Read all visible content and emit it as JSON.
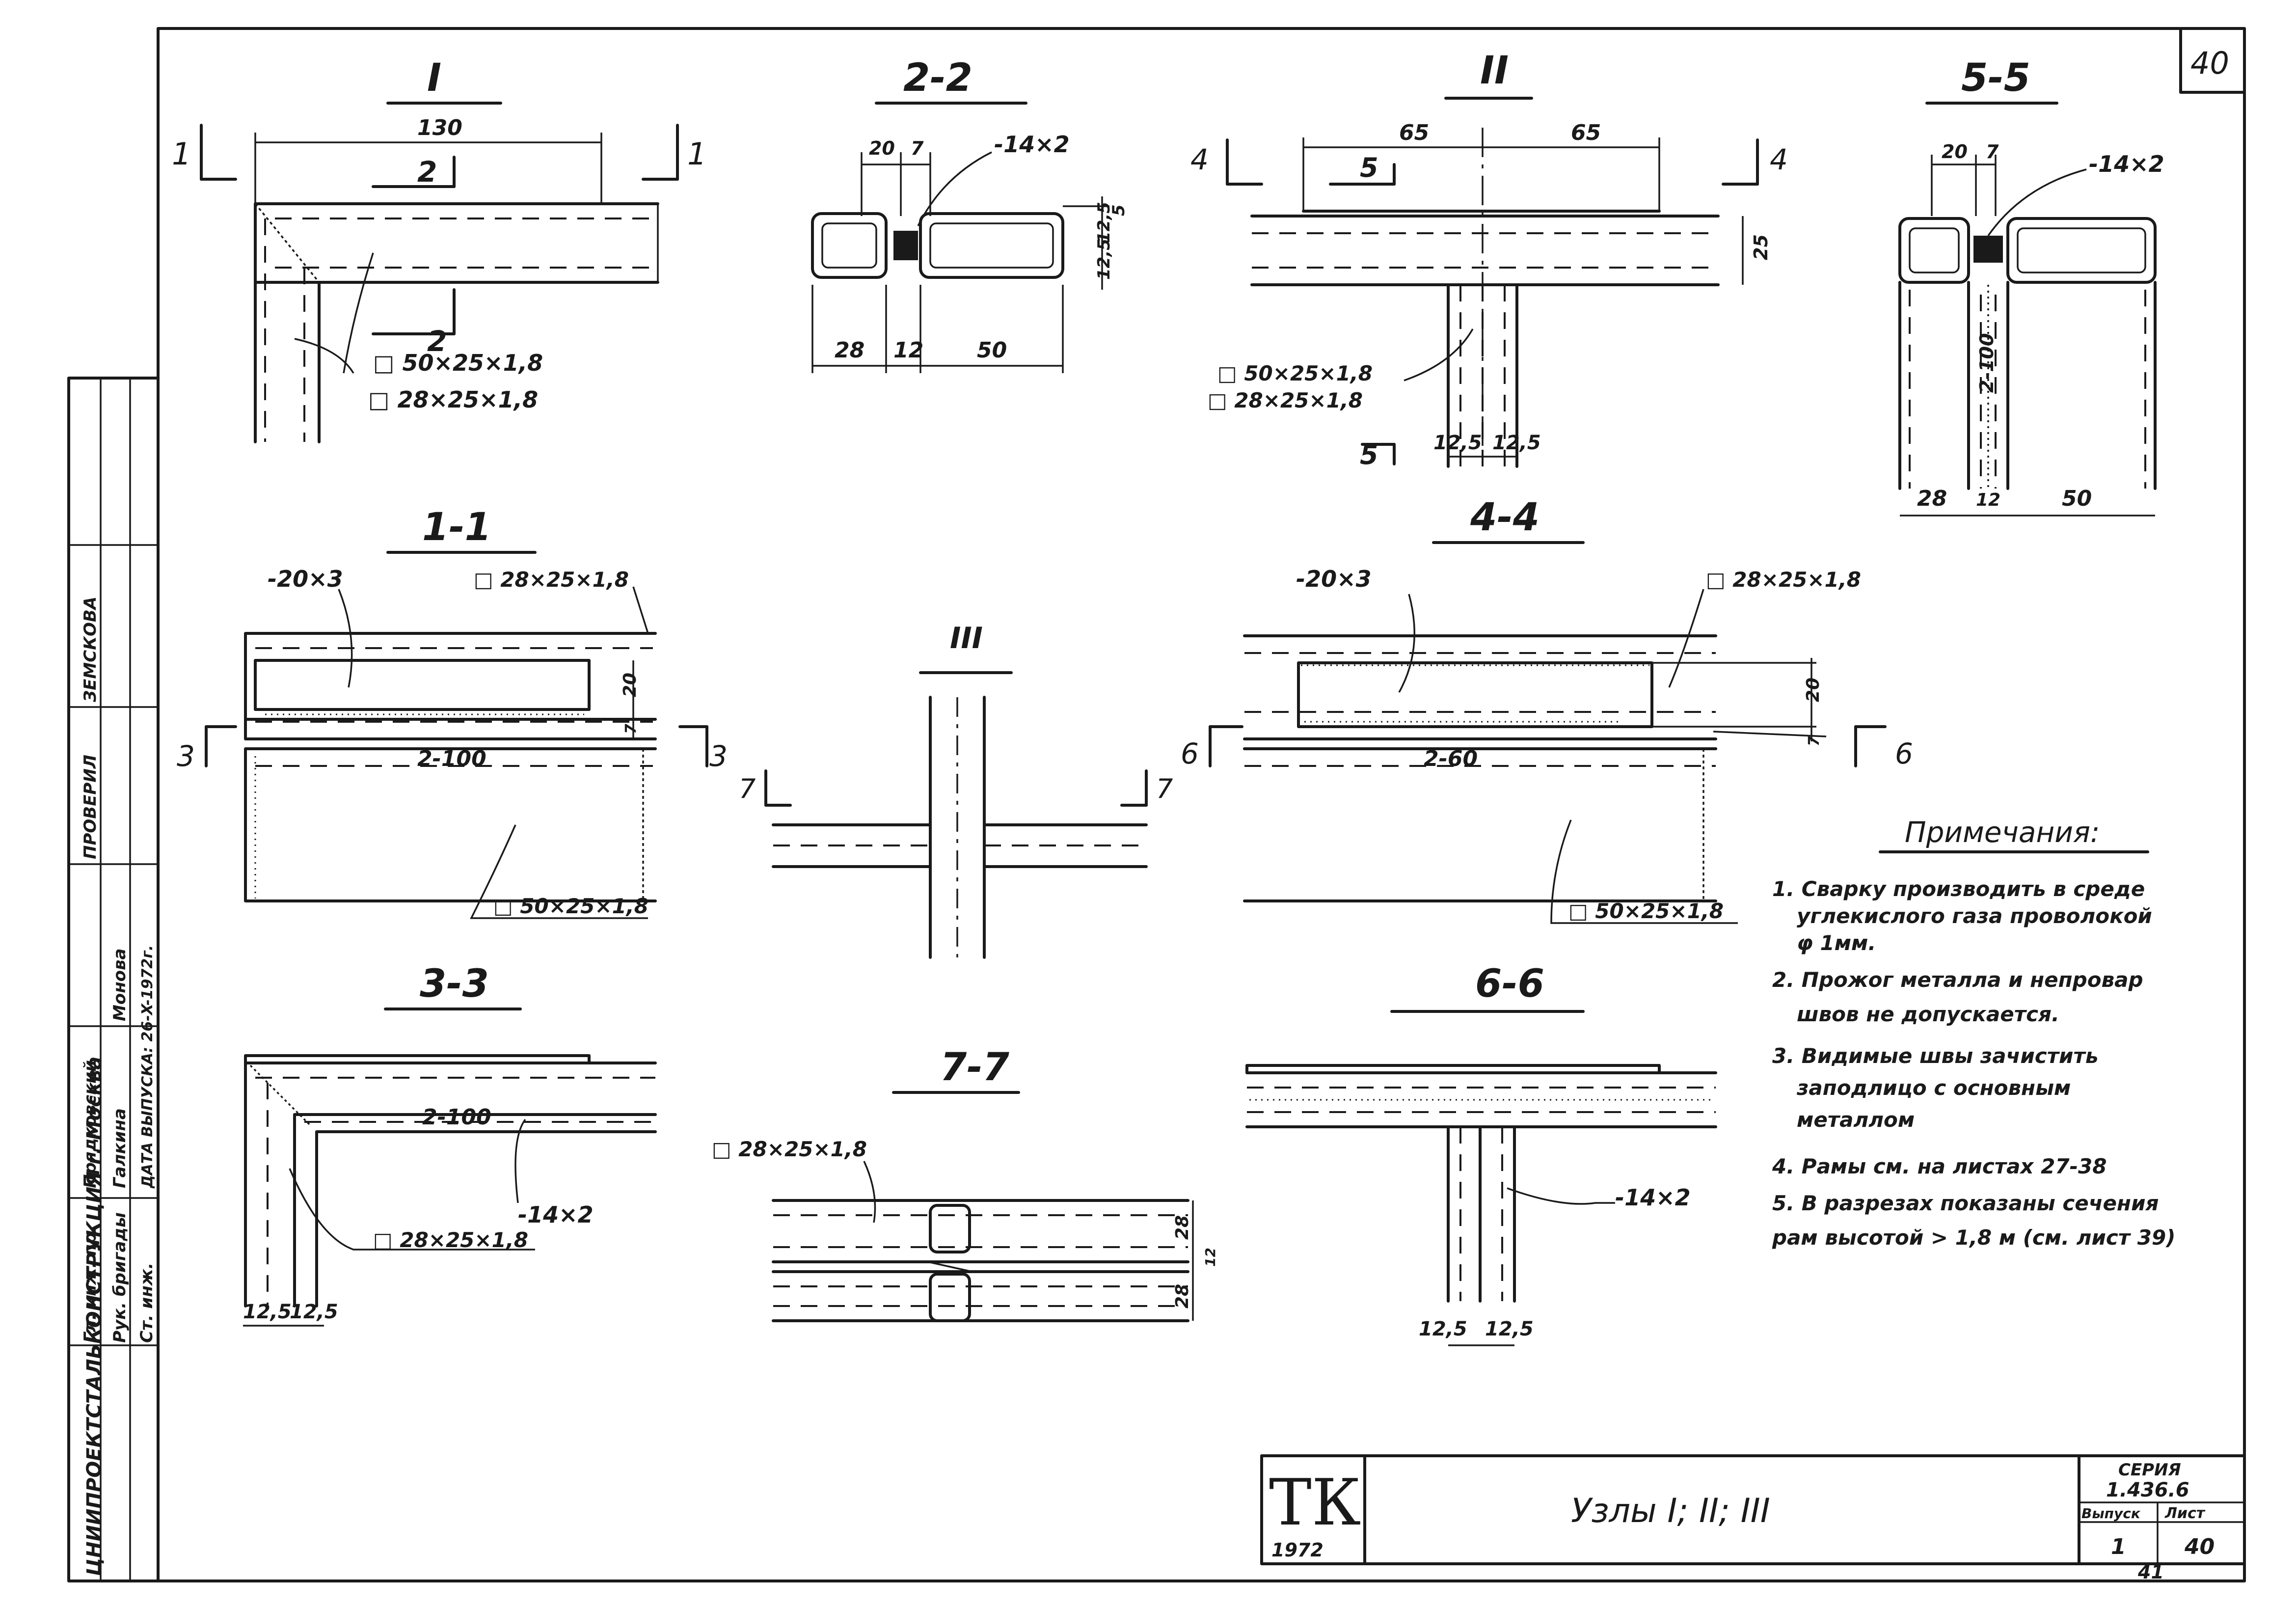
{
  "sheet_number_top": "40",
  "sheet_number_bottom": "41",
  "title_block": {
    "logo": "ТК",
    "year": "1972",
    "title": "Узлы I; II; III",
    "series_label": "СЕРИЯ",
    "series_value": "1.436.6",
    "issue_label": "Выпуск",
    "issue_value": "1",
    "sheet_label": "Лист",
    "sheet_value": "40"
  },
  "side_stamp": {
    "org": "ЦНИИПРОЕКТСТАЛЬКОНСТРУКЦИЯ г. Москва",
    "rows": [
      "Гл. инж. пр.",
      "Рук. бригады",
      "Ст. инж.",
      "ДАТА ВЫПУСКА: 26-X-1972г."
    ],
    "names": [
      "Прядковский",
      "Галкина",
      "Монова"
    ],
    "checked": [
      "ПРОВЕРИЛ",
      "ЗЕМСКОВА"
    ]
  },
  "views": {
    "v1": {
      "title": "I",
      "cut_left": "1",
      "cut_right": "1",
      "dim": "130",
      "sec": "2",
      "label1": "□ 50×25×1,8",
      "label2": "□ 28×25×1,8"
    },
    "v22": {
      "title": "2-2",
      "d20": "20",
      "d7": "7",
      "plate": "-14×2",
      "d5": "5",
      "d125a": "12,5",
      "d125b": "12,5",
      "b28": "28",
      "b12": "12",
      "b50": "50"
    },
    "v2": {
      "title": "II",
      "cut_left": "4",
      "cut_right": "4",
      "d65a": "65",
      "d65b": "65",
      "sec": "5",
      "d25": "25",
      "label1": "□ 50×25×1,8",
      "label2": "□ 28×25×1,8",
      "b125a": "12,5",
      "b125b": "12,5"
    },
    "v55": {
      "title": "5-5",
      "d20": "20",
      "d7": "7",
      "plate": "-14×2",
      "weld": "2-100",
      "b28": "28",
      "b12": "12",
      "b50": "50"
    },
    "v11": {
      "title": "1-1",
      "plate": "-20×3",
      "label_top": "□ 28×25×1,8",
      "d20": "20",
      "d7": "7",
      "weld": "2-100",
      "cut": "3",
      "label_bot": "□ 50×25×1,8"
    },
    "v3": {
      "title": "III",
      "cut": "7"
    },
    "v44": {
      "title": "4-4",
      "plate": "-20×3",
      "label_top": "□ 28×25×1,8",
      "d20": "20",
      "d7": "7",
      "weld": "2-60",
      "cut": "6",
      "label_bot": "□ 50×25×1,8"
    },
    "v33": {
      "title": "3-3",
      "weld": "2-100",
      "plate": "-14×2",
      "label": "□ 28×25×1,8",
      "b125a": "12,5",
      "b125b": "12,5"
    },
    "v77": {
      "title": "7-7",
      "label": "□ 28×25×1,8",
      "d28a": "28",
      "d28b": "28",
      "d12": "12"
    },
    "v66": {
      "title": "6-6",
      "plate": "-14×2",
      "b125a": "12,5",
      "b125b": "12,5"
    }
  },
  "notes": {
    "heading": "Примечания:",
    "lines": [
      "1. Сварку производить в среде",
      "углекислого газа проволокой",
      "φ 1мм.",
      "2. Прожог металла и непровар",
      "швов не допускается.",
      "3. Видимые швы зачистить",
      "заподлицо с основным",
      "металлом",
      "4. Рамы см. на листах 27-38",
      "5. В разрезах показаны сечения",
      "рам высотой > 1,8 м (см. лист 39)"
    ]
  }
}
